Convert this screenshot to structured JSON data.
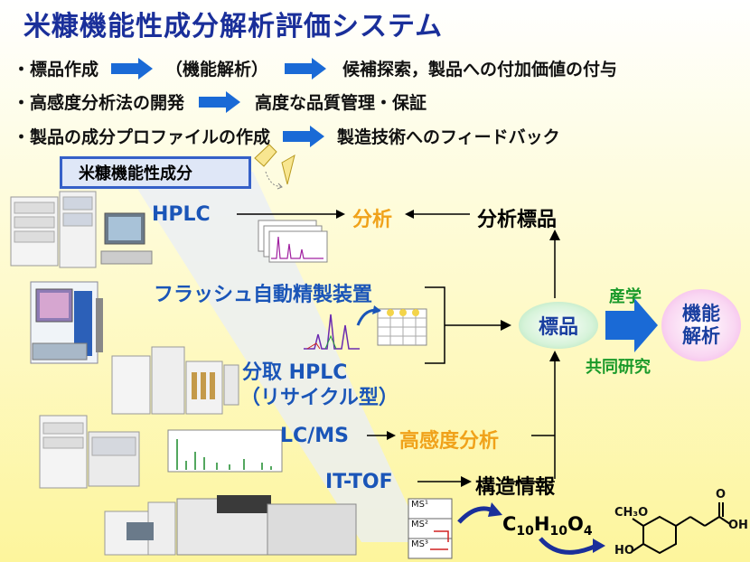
{
  "title": "米糠機能性成分解析評価システム",
  "bullets": [
    {
      "marker": "・",
      "parts": [
        "標品作成",
        "（機能解析）",
        "候補探索，製品への付加価値の付与"
      ]
    },
    {
      "marker": "・",
      "parts": [
        "高感度分析法の開発",
        "高度な品質管理・保証"
      ]
    },
    {
      "marker": "・",
      "parts": [
        "製品の成分プロファイルの作成",
        "製造技術へのフィードバック"
      ]
    }
  ],
  "component_tag": "米糠機能性成分",
  "methods": {
    "hplc": "HPLC",
    "flash": "フラッシュ自動精製装置",
    "prep_hplc_line1": "分取 HPLC",
    "prep_hplc_line2": "（リサイクル型）",
    "lcms": "LC/MS",
    "ittof": "IT-TOF"
  },
  "outcomes": {
    "analysis": "分析",
    "analysis_standard": "分析標品",
    "high_sensitivity": "高感度分析",
    "structure_info": "構造情報"
  },
  "standard": "標品",
  "collab_top": "産学",
  "collab_bottom": "共同研究",
  "function_line1": "機能",
  "function_line2": "解析",
  "ms_labels": [
    "MS¹",
    "MS²",
    "MS³"
  ],
  "formula": {
    "c": "C",
    "c_n": "10",
    "h": "H",
    "h_n": "10",
    "o": "O",
    "o_n": "4"
  },
  "structure_labels": {
    "methoxy": "CH₃O",
    "hydroxy": "HO",
    "acid_o": "O",
    "acid_oh": "OH"
  },
  "colors": {
    "title": "#1a2f9a",
    "method_blue": "#1a55b8",
    "orange": "#f0a21a",
    "green": "#1a9a2a",
    "arrow_blue": "#1a6ad6"
  }
}
